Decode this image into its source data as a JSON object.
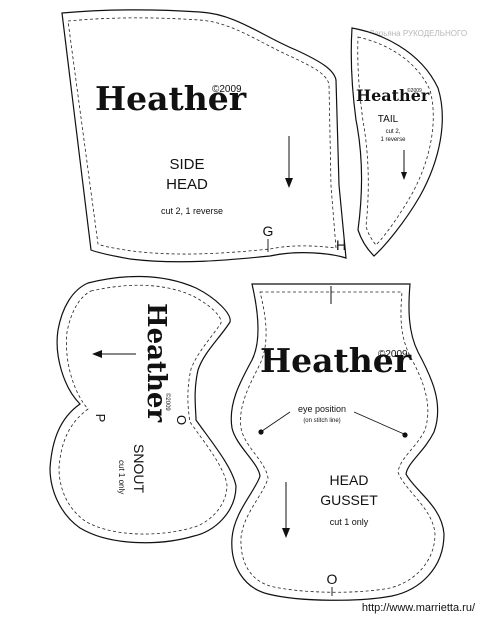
{
  "watermark_top": "Дарьяна РУКОДЕЛЬНОГО",
  "watermark_bottom": "http://www.marrietta.ru/",
  "pieces": {
    "side_head": {
      "brand": "Heather",
      "copyright": "©2009",
      "title_line1": "SIDE",
      "title_line2": "HEAD",
      "instruction": "cut 2, 1 reverse",
      "mark_g": "G",
      "mark_h": "H"
    },
    "tail": {
      "brand": "Heather",
      "copyright": "©2009",
      "title": "TAIL",
      "instruction_line1": "cut 2,",
      "instruction_line2": "1 reverse"
    },
    "snout": {
      "brand": "Heather",
      "copyright": "©2009",
      "title": "SNOUT",
      "instruction": "cut 1 only",
      "mark_p": "P",
      "mark_o": "O"
    },
    "head_gusset": {
      "brand": "Heather",
      "copyright": "©2009",
      "eye_label": "eye position",
      "eye_note": "(on stitch line)",
      "title_line1": "HEAD",
      "title_line2": "GUSSET",
      "instruction": "cut 1 only",
      "mark_o": "O"
    }
  }
}
